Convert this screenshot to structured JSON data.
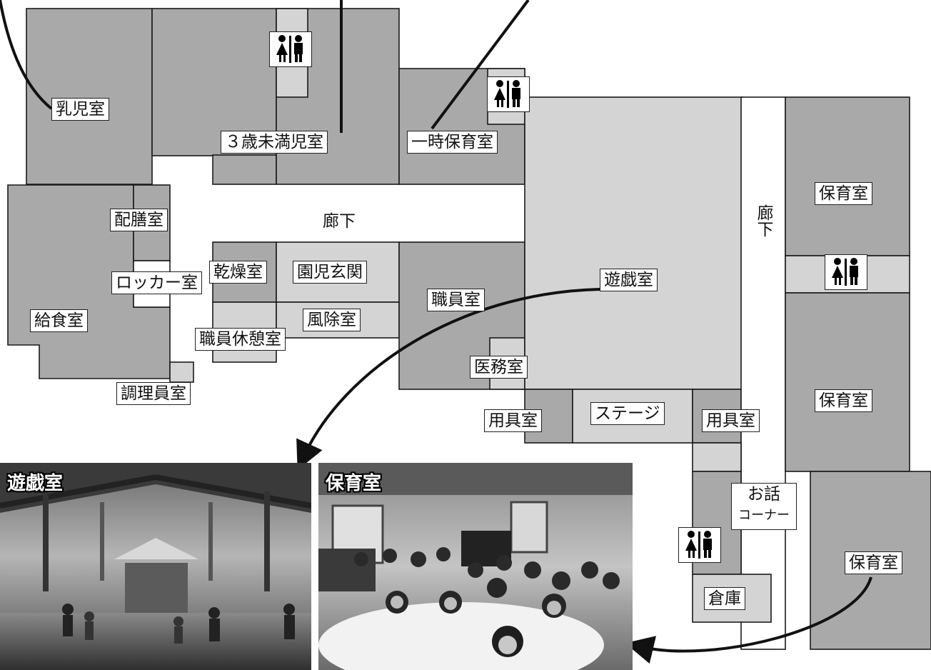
{
  "rooms": {
    "infant": "乳児室",
    "under3": "３歳未満児室",
    "temporary": "一時保育室",
    "serving": "配膳室",
    "corridor_h": "廊下",
    "corridor_v": "廊下",
    "locker": "ロッカー室",
    "drying": "乾燥室",
    "entrance": "園児玄関",
    "staff_room": "職員室",
    "playroom": "遊戯室",
    "lunch": "給食室",
    "windbreak": "風除室",
    "staff_rest": "職員休憩室",
    "medical": "医務室",
    "cook_staff": "調理員室",
    "equip_left": "用具室",
    "stage": "ステージ",
    "equip_right": "用具室",
    "nursery_1": "保育室",
    "nursery_2": "保育室",
    "nursery_3": "保育室",
    "story_line1": "お話",
    "story_line2": "コーナー",
    "storage": "倉庫"
  },
  "photos": {
    "playroom_title": "遊戯室",
    "nursery_title": "保育室"
  },
  "icons": {
    "restroom": "restroom-icon",
    "arrow": "arrow-icon"
  }
}
